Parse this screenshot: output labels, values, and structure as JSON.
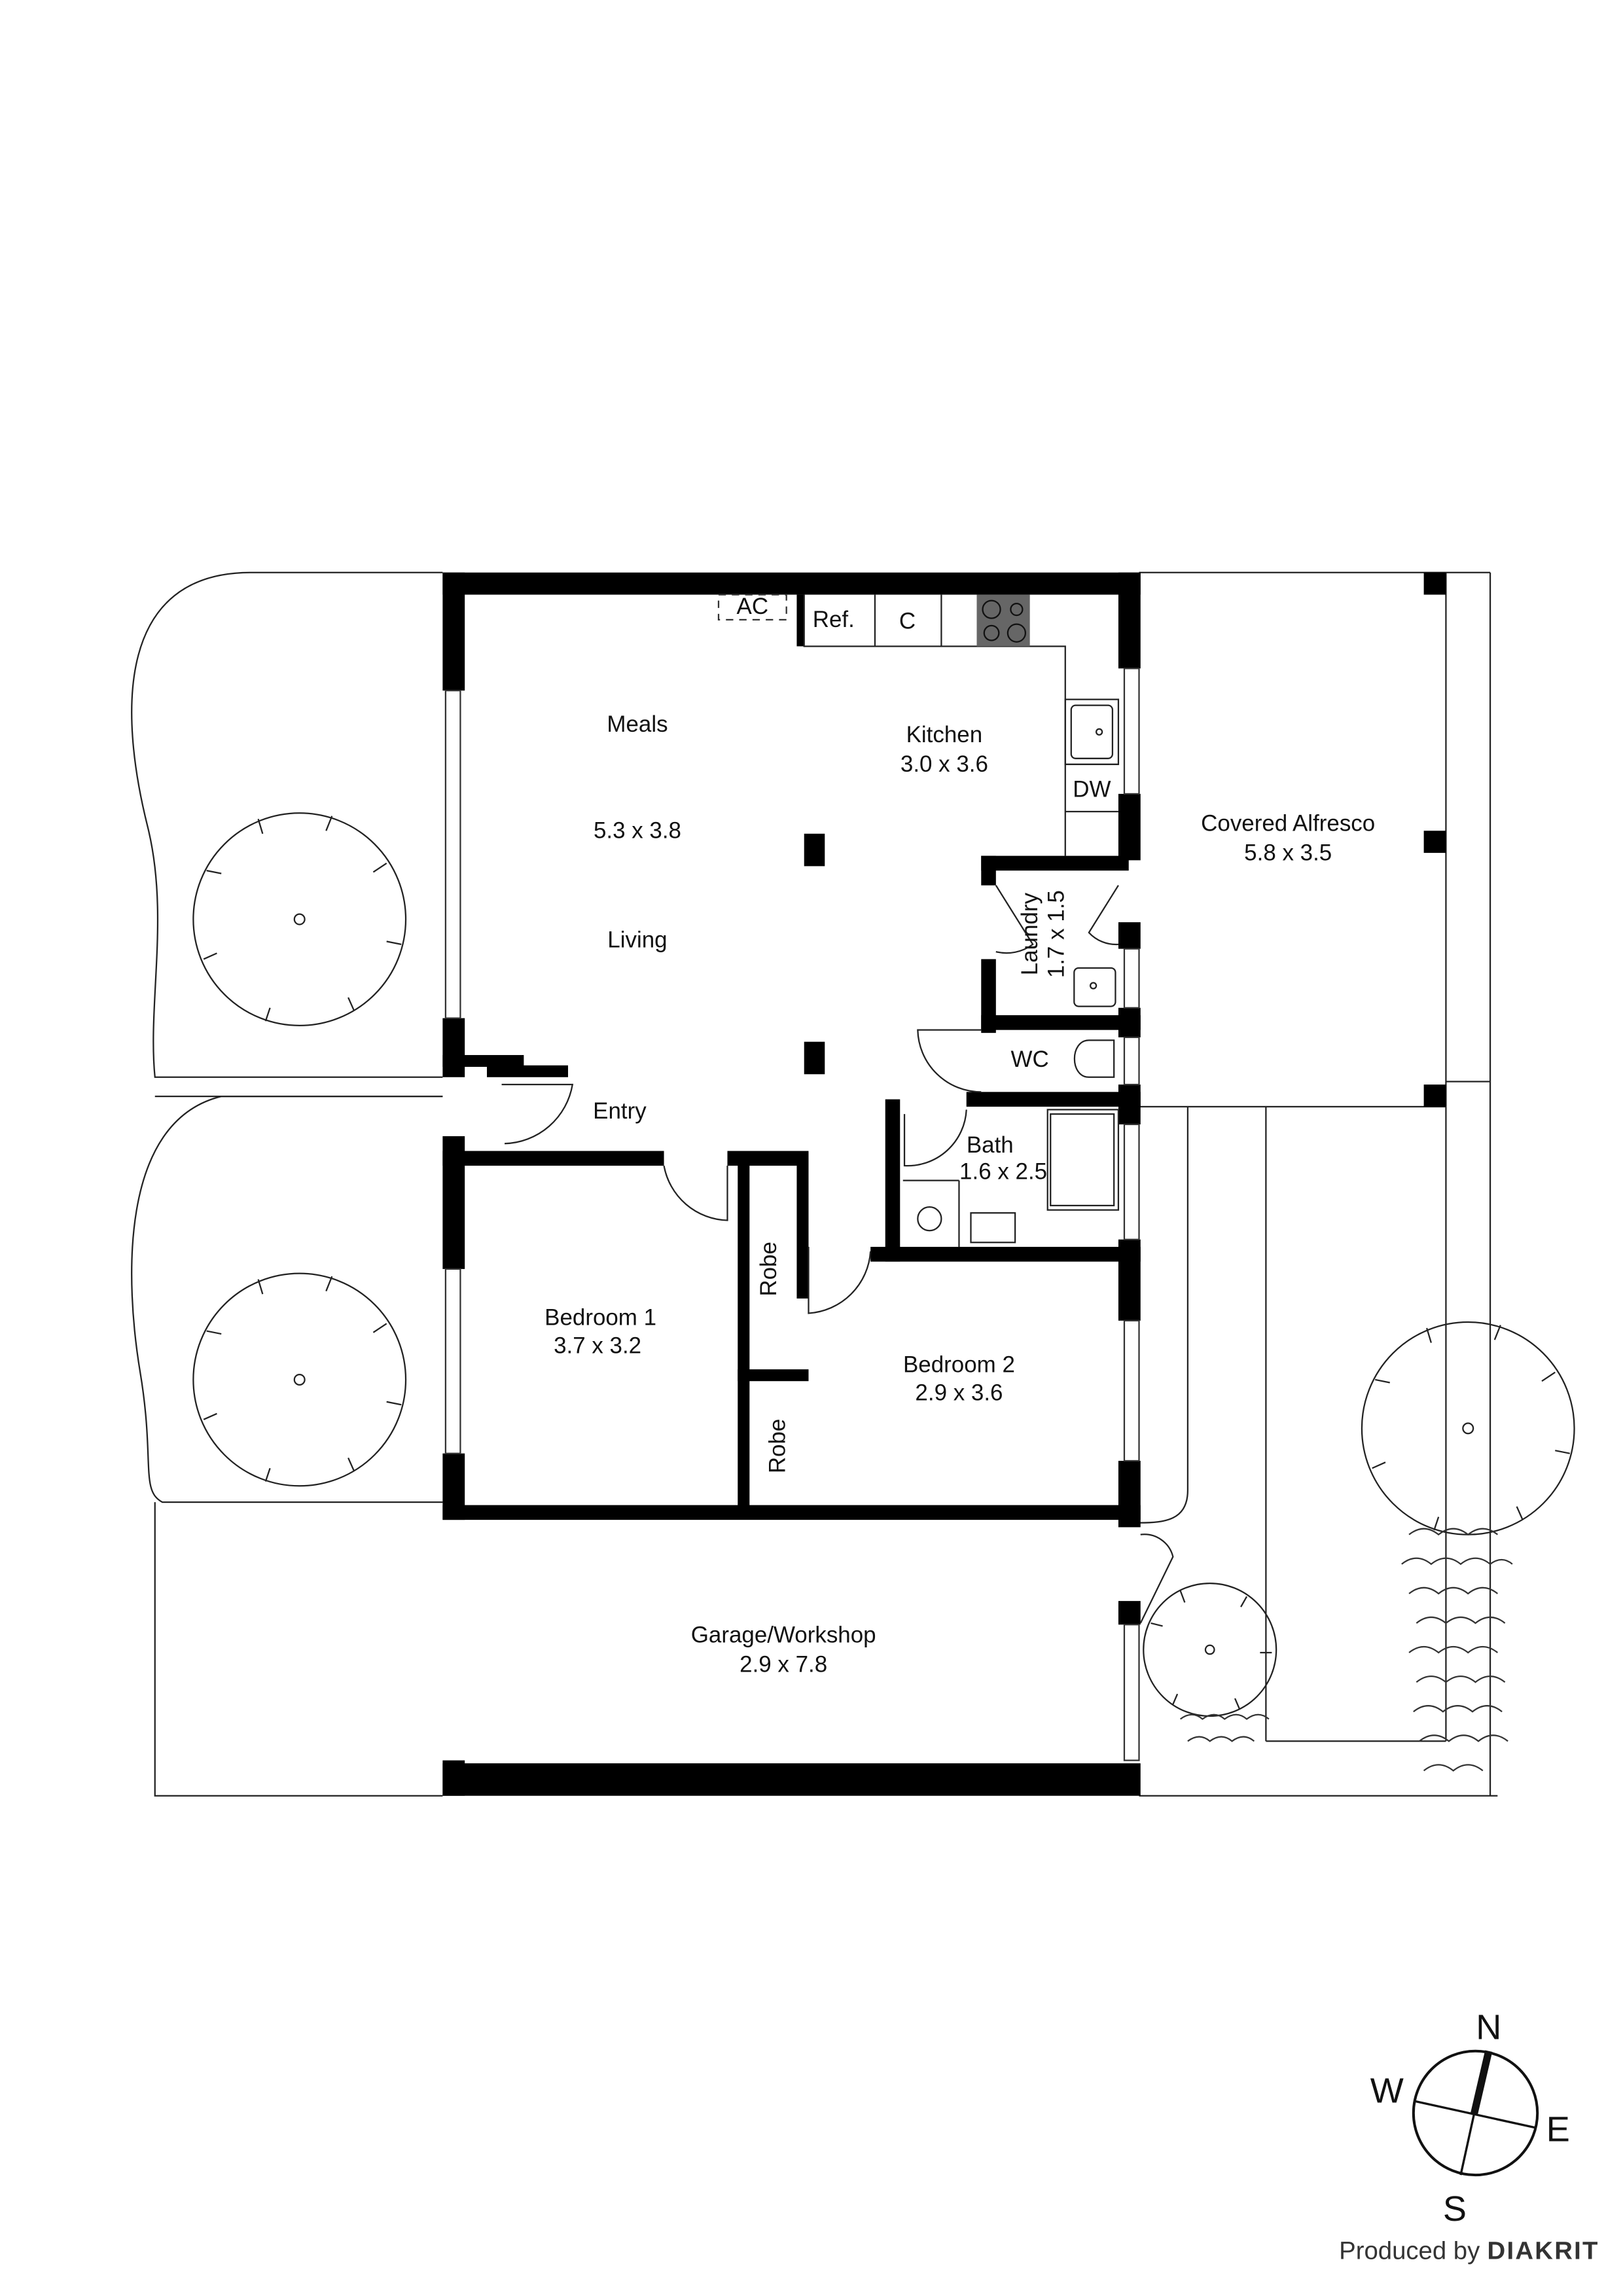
{
  "plan": {
    "rooms": [
      {
        "id": "meals",
        "name": "Meals",
        "dims": ""
      },
      {
        "id": "meals_living_dims",
        "name": "",
        "dims": "5.3 x 3.8"
      },
      {
        "id": "living",
        "name": "Living",
        "dims": ""
      },
      {
        "id": "kitchen",
        "name": "Kitchen",
        "dims": "3.0 x 3.6"
      },
      {
        "id": "covered_alfresco",
        "name": "Covered Alfresco",
        "dims": "5.8 x 3.5"
      },
      {
        "id": "laundry",
        "name": "Laundry",
        "dims": "1.7 x 1.5"
      },
      {
        "id": "wc",
        "name": "WC",
        "dims": ""
      },
      {
        "id": "entry",
        "name": "Entry",
        "dims": ""
      },
      {
        "id": "bath",
        "name": "Bath",
        "dims": "1.6 x 2.5"
      },
      {
        "id": "bedroom1",
        "name": "Bedroom 1",
        "dims": "3.7 x 3.2"
      },
      {
        "id": "bedroom2",
        "name": "Bedroom 2",
        "dims": "2.9 x 3.6"
      },
      {
        "id": "robe1",
        "name": "Robe",
        "dims": ""
      },
      {
        "id": "robe2",
        "name": "Robe",
        "dims": ""
      },
      {
        "id": "garage",
        "name": "Garage/Workshop",
        "dims": "2.9 x 7.8"
      }
    ],
    "fixtures": {
      "ac": "AC",
      "fridge": "Ref.",
      "cupboard": "C",
      "dishwasher": "DW"
    }
  },
  "compass": {
    "n": "N",
    "s": "S",
    "e": "E",
    "w": "W"
  },
  "credit": {
    "prefix": "Produced by",
    "brand": "DIAKRIT"
  }
}
